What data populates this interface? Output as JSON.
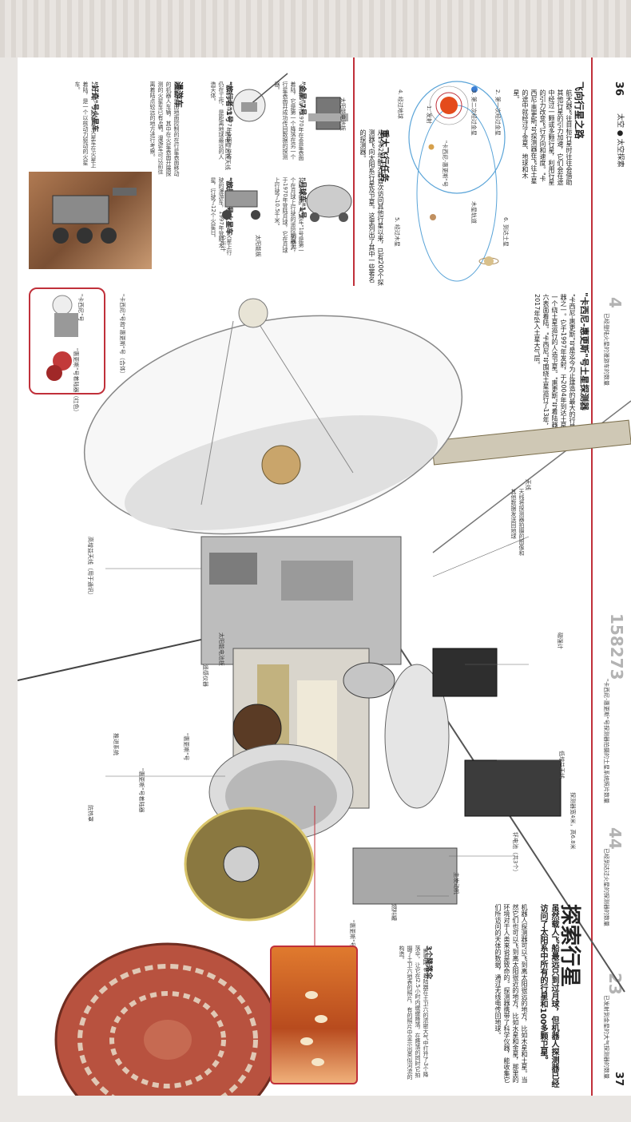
{
  "header": {
    "page_left": "36",
    "section": "太空 ● 太空探索",
    "page_right": "37"
  },
  "orbit_section": {
    "title": "飞向行星之路",
    "body": "航天器飞往目标行星时往往会借助其他行星的引力加速，它们会在途中经过一颗或多颗行星，利用行星的引力改变飞行方向和速度。\"卡西尼-惠更斯\"号探测器在飞往土星的途中就经过了金星、地球和木星。",
    "labels": [
      "1. 发射",
      "2. 第一次经过金星",
      "3. 第二次经过金星",
      "4. 经过地球",
      "5. 经过木星",
      "6. 到达土星",
      "木星轨道",
      "\"卡西尼-惠更斯\"号"
    ]
  },
  "missions": {
    "title": "重大飞行任务",
    "body": "从1962年航天器首次访问其他行星以来，已有200个探测器飞向太阳系行星及卫星。这里列出了其中一些著名的探测器。",
    "items": [
      {
        "name": "\"金星\"7号",
        "text": "\"金星\"7号于1970年在金星表面着陆，它是第一个降落在另一个行星表面并成功传回数据的探测器。"
      },
      {
        "name": "\"月球车\"1号",
        "text": "苏联发射的\"月球车\"1号是第一个在月球上行驶的遥控机器人，于1970年登陆月球，它在月球上行驶了10.5千米。"
      },
      {
        "name": "\"旅行者\"1号",
        "text": "\"旅行者\"1号1977年发射，至今仍在工作，是距离地球最远的人造天体。"
      },
      {
        "name": "\"旅居者\"号火星车",
        "text": "\"旅居者\"号是第一辆在火星上行驶的漫游车，1997年登陆火星，行驶了12个火星日。"
      }
    ],
    "sub_labels": [
      "射电望远镜天线",
      "太阳能电池板",
      "照相机",
      "太阳能板",
      "分光计"
    ]
  },
  "rover": {
    "title": "漫游车",
    "body": "漫游车是由地面控制的在行星表面移动的机器人车辆，其中在火星表面开展探测的火星车已有4辆。漫游车可以前往离着陆点较远的地方进行考察。",
    "curiosity_title": "\"好奇\"号火星车",
    "curiosity_text": "2012年，\"好奇\"号火星车在火星上着陆，是一个以核动力驱动的火星车。"
  },
  "inset": {
    "caption_1": "\"卡西尼\"号",
    "caption_2": "\"惠更斯\"号着陆器（红色）",
    "caption_3": "\"卡西尼\"号和\"惠更斯\"号（合体）"
  },
  "cassini": {
    "title": "\"卡西尼-惠更斯\"号土星探测器",
    "body": "\"卡西尼-惠更斯\"号是迄今为止建造的最大的行星际探测器之一。它于1997年发射，于2004年到达土星，是第一个绕土星运行的人造卫星。\"惠更斯\"号着陆器在土卫六表面着陆。\"卡西尼\"号围绕土星运行了13年，最终于2017年坠入土星大气层。"
  },
  "stats": [
    {
      "value": "4",
      "text": "已经登陆火星的漫游车的数量"
    },
    {
      "value": "158273",
      "text": "\"卡西尼-惠更斯\"号探测器拍摄的土星系统照片数量"
    },
    {
      "value": "44",
      "text": "已经到达过火星的探测器的数量"
    },
    {
      "value": "23",
      "text": "已发射到金星的大气探测器的数量"
    }
  ],
  "callouts": [
    "高增益天线（用于通讯）",
    "天线",
    "天线将探测器拍摄的图像和其他数据发送回地球",
    "磁强计",
    "太阳能电池板",
    "推进系统",
    "\"惠更斯\"号",
    "\"惠更斯\"号着陆器",
    "防热罩",
    "主发动机",
    "燃料罐",
    "钚电池（共3个）",
    "低增益天线",
    "遥感仪器",
    "探测器宽4米，高6.8米",
    "\"惠更斯\"号中的科学仪器"
  ],
  "explore": {
    "title": "探索行星",
    "subtitle": "虽然载人飞船最远只到过月球，但机器人探测器已经访问了太阳系中所有的行星和100多颗卫星。",
    "body": "机器人探测器可以飞到离太阳很远的地方，比如木星和土星。当然它们也可以飞到离太阳很近的地方，比如水星和金星，那里的环境对于人类来说是致命的。探测器携带了科学仪器，能收集它们所访问的天体的数据，通过无线电传回地球。",
    "landing_title": "3个降落伞",
    "landing_text": "\"惠更斯\"号着陆器在土卫六的浓密大气中打开了3个降落伞，让它在2.5小时内缓缓降落，在降落的同时它拍摄了土卫六地表的照片，有的照片中显示出类似河流的构造。"
  },
  "colors": {
    "accent": "#c0303a",
    "stat_gray": "#b3b3b3",
    "heat_shield": "#b8523f"
  }
}
